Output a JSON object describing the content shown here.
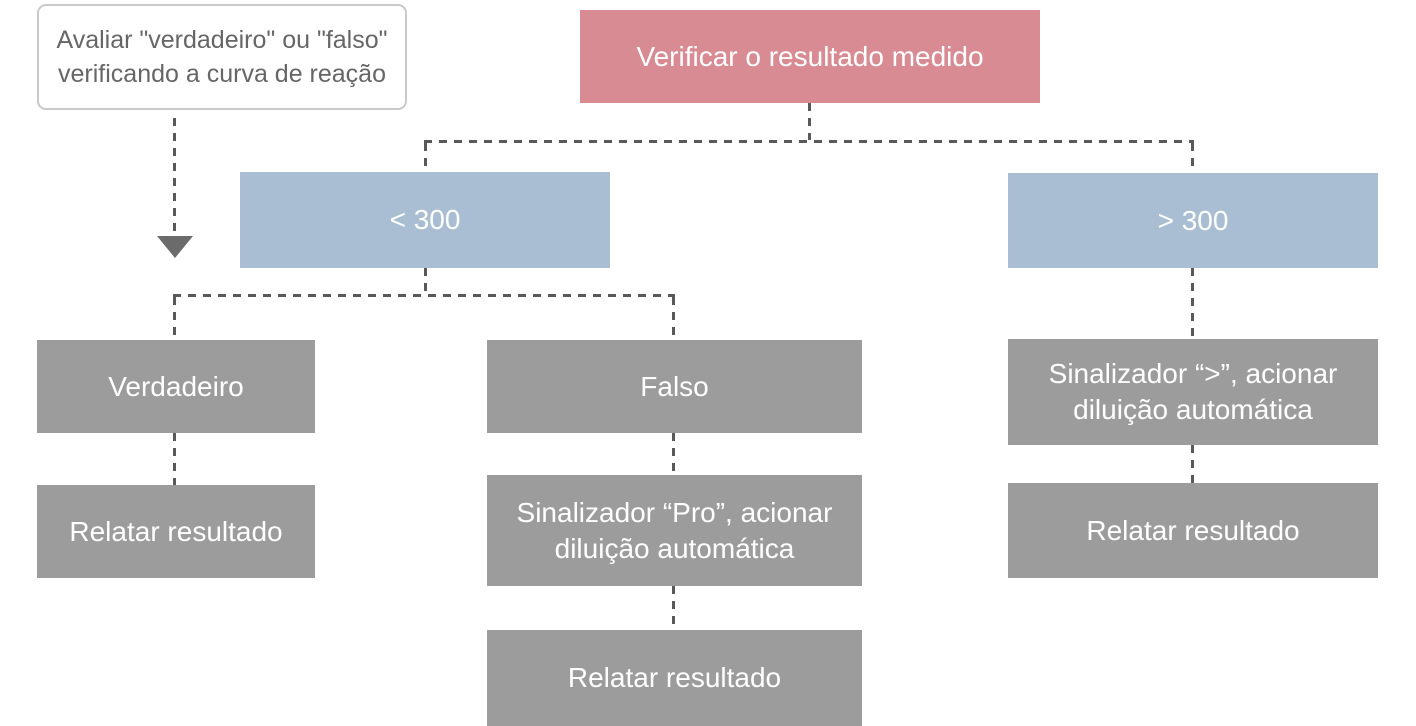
{
  "colors": {
    "root_bg": "#d88b92",
    "branch_bg": "#a9bed3",
    "node_bg": "#9c9c9c",
    "line_color": "#595959",
    "arrow_color": "#6b6b6b",
    "note_border": "#c9c9c9",
    "note_text": "#666666"
  },
  "note": {
    "line1": "Avaliar \"verdadeiro\" ou \"falso\"",
    "line2": "verificando a curva de reação"
  },
  "root": {
    "label": "Verificar o resultado medido"
  },
  "branch_left": {
    "label": "< 300"
  },
  "branch_right": {
    "label": "> 300"
  },
  "left_column": {
    "node": "Verdadeiro",
    "result": "Relatar resultado"
  },
  "middle_column": {
    "node": "Falso",
    "action_line1": "Sinalizador “Pro”, acionar",
    "action_line2": "diluição automática",
    "result": "Relatar resultado"
  },
  "right_column": {
    "action_line1": "Sinalizador “>”, acionar",
    "action_line2": "diluição automática",
    "result": "Relatar resultado"
  }
}
